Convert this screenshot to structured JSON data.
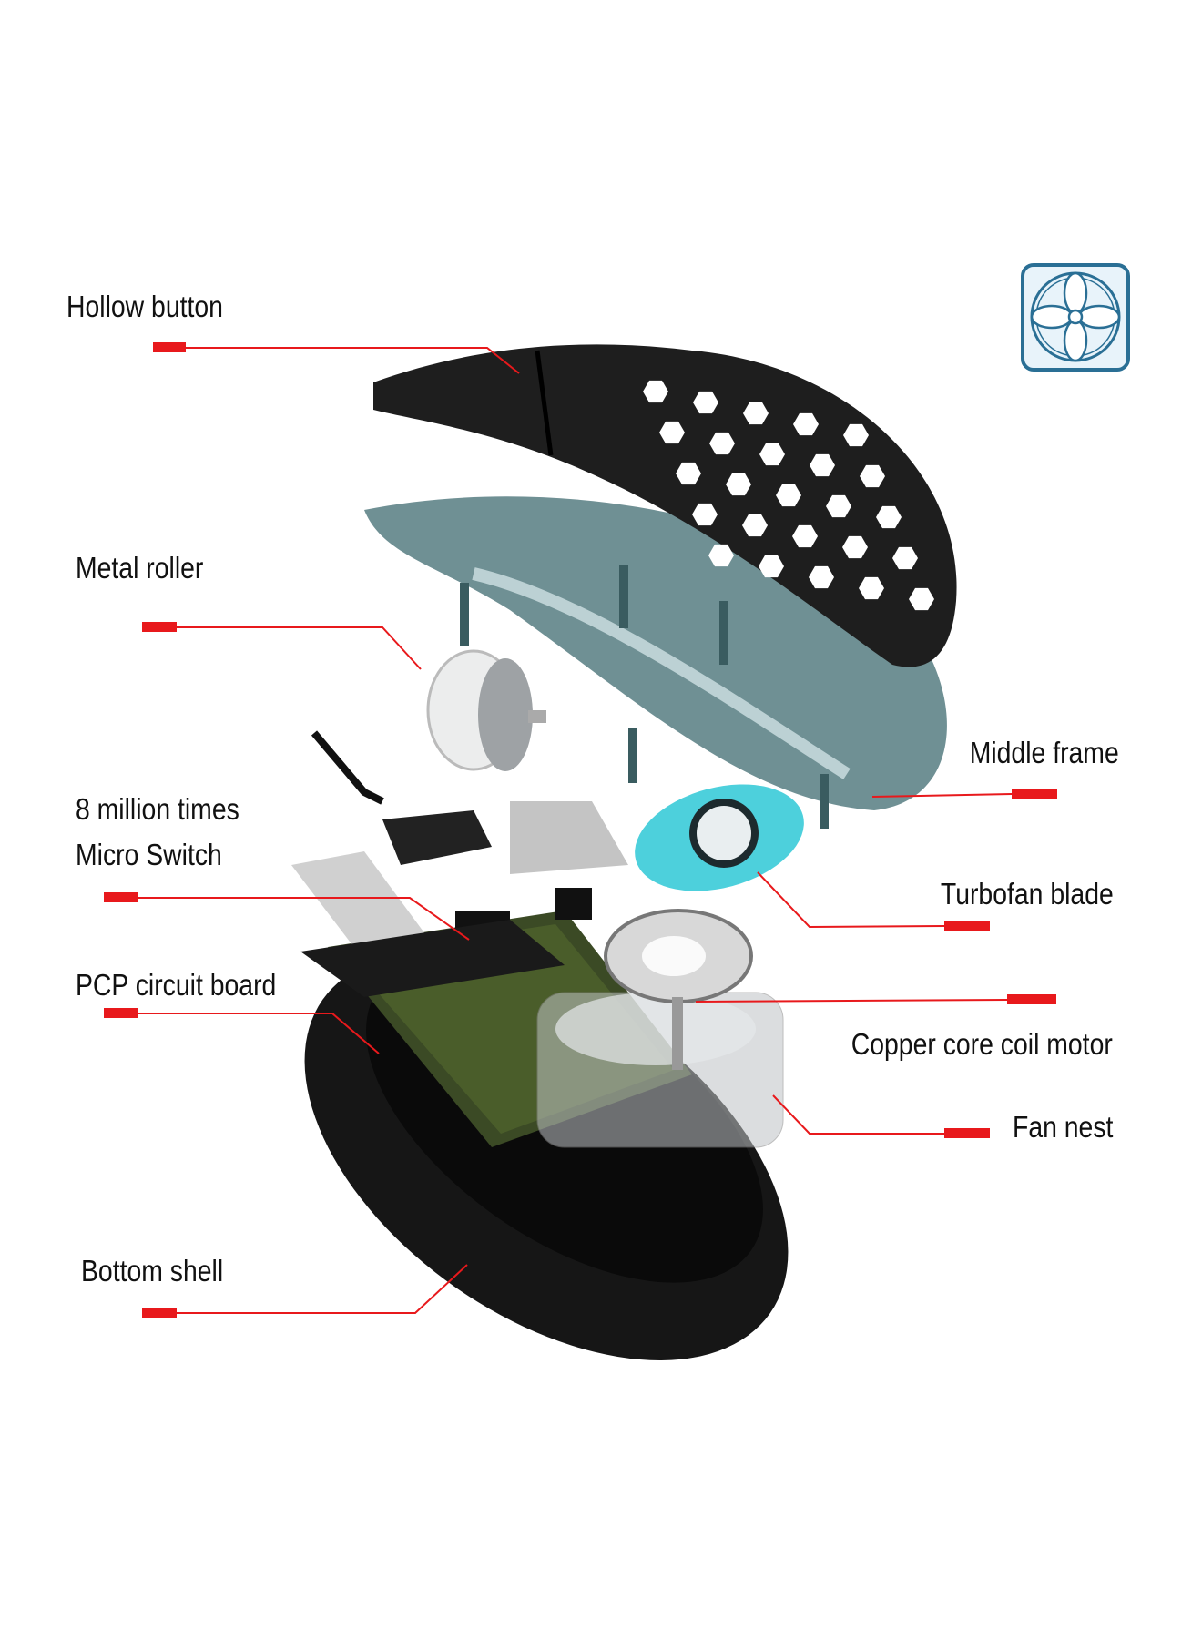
{
  "labels": {
    "hollow_button": "Hollow button",
    "metal_roller": "Metal roller",
    "micro_switch_line1": "8 million times",
    "micro_switch_line2": "Micro Switch",
    "pcp_circuit_board": "PCP circuit board",
    "bottom_shell": "Bottom shell",
    "middle_frame": "Middle frame",
    "turbofan_blade": "Turbofan blade",
    "copper_core_coil_motor": "Copper core coil motor",
    "fan_nest": "Fan nest"
  },
  "colors": {
    "leader": "#e8191c",
    "shell": "#1c1c1c",
    "frame": "#3f6b70",
    "fan_blade": "#2ec8d6",
    "icon_border": "#2a6f95",
    "icon_fill": "#e8f3fa"
  }
}
